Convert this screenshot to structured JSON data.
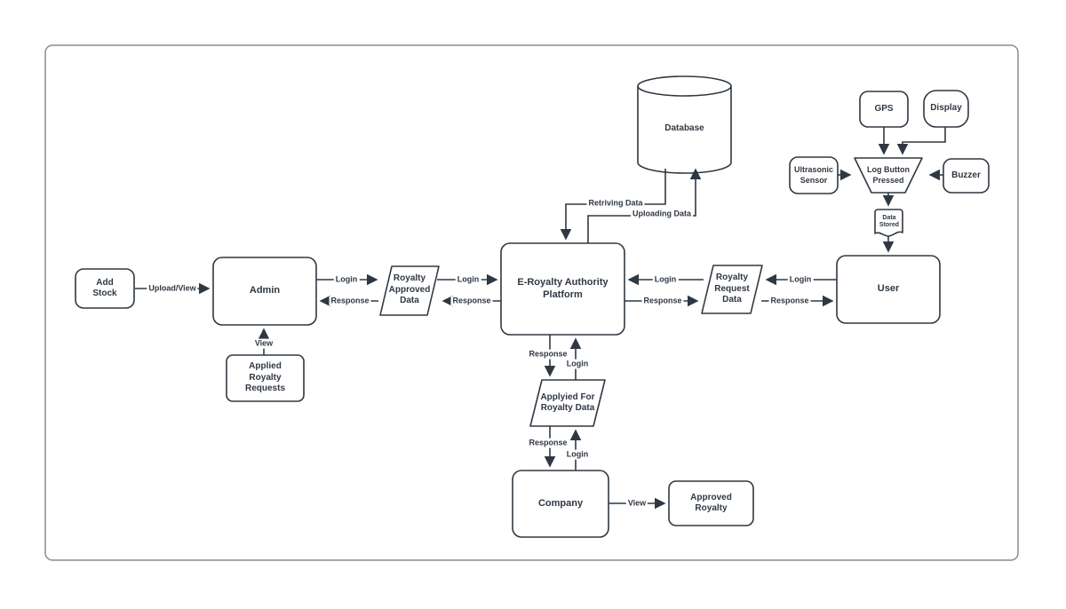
{
  "colors": {
    "stroke": "#2f3842",
    "outer_border": "#868b93",
    "background": "#ffffff"
  },
  "diagram": {
    "nodes": {
      "add_stock": {
        "label": "Add\nStock",
        "shape": "rounded-rect"
      },
      "admin": {
        "label": "Admin",
        "shape": "rounded-rect"
      },
      "applied_royalty_requests": {
        "label": "Applied\nRoyalty\nRequests",
        "shape": "rounded-rect"
      },
      "royalty_approved_data": {
        "label": "Royalty\nApproved\nData",
        "shape": "parallelogram"
      },
      "platform": {
        "label": "E-Royalty Authority\nPlatform",
        "shape": "rounded-rect"
      },
      "database": {
        "label": "Database",
        "shape": "cylinder"
      },
      "royalty_request_data": {
        "label": "Royalty\nRequest\nData",
        "shape": "parallelogram"
      },
      "user": {
        "label": "User",
        "shape": "rounded-rect"
      },
      "gps": {
        "label": "GPS",
        "shape": "rounded-rect"
      },
      "display": {
        "label": "Display",
        "shape": "display"
      },
      "ultrasonic_sensor": {
        "label": "Ultrasonic\nSensor",
        "shape": "rounded-rect"
      },
      "log_button_pressed": {
        "label": "Log Button\nPressed",
        "shape": "trapezoid"
      },
      "buzzer": {
        "label": "Buzzer",
        "shape": "rounded-rect"
      },
      "data_stored": {
        "label": "Data\nStored",
        "shape": "document"
      },
      "applied_for_royalty_data": {
        "label": "Applyied For\nRoyalty Data",
        "shape": "parallelogram"
      },
      "company": {
        "label": "Company",
        "shape": "rounded-rect"
      },
      "approved_royalty": {
        "label": "Approved\nRoyalty",
        "shape": "rounded-rect"
      }
    },
    "edges": [
      {
        "from": "add_stock",
        "to": "admin",
        "label": "Upload/View"
      },
      {
        "from": "admin",
        "to": "royalty_approved_data",
        "label": "Login"
      },
      {
        "from": "royalty_approved_data",
        "to": "admin",
        "label": "Response"
      },
      {
        "from": "royalty_approved_data",
        "to": "platform",
        "label": "Login"
      },
      {
        "from": "platform",
        "to": "royalty_approved_data",
        "label": "Response"
      },
      {
        "from": "royalty_request_data",
        "to": "platform",
        "label": "Login"
      },
      {
        "from": "platform",
        "to": "royalty_request_data",
        "label": "Response"
      },
      {
        "from": "user",
        "to": "royalty_request_data",
        "label": "Login"
      },
      {
        "from": "royalty_request_data",
        "to": "user",
        "label": "Response"
      },
      {
        "from": "applied_royalty_requests",
        "to": "admin",
        "label": "View"
      },
      {
        "from": "database",
        "to": "platform",
        "label": "Retriving Data"
      },
      {
        "from": "platform",
        "to": "database",
        "label": "Uploading Data"
      },
      {
        "from": "platform",
        "to": "applied_for_royalty_data",
        "label": "Response"
      },
      {
        "from": "applied_for_royalty_data",
        "to": "platform",
        "label": "Login"
      },
      {
        "from": "applied_for_royalty_data",
        "to": "company",
        "label": "Response"
      },
      {
        "from": "company",
        "to": "applied_for_royalty_data",
        "label": "Login"
      },
      {
        "from": "company",
        "to": "approved_royalty",
        "label": "View"
      },
      {
        "from": "gps",
        "to": "log_button_pressed",
        "label": ""
      },
      {
        "from": "display",
        "to": "log_button_pressed",
        "label": ""
      },
      {
        "from": "ultrasonic_sensor",
        "to": "log_button_pressed",
        "label": ""
      },
      {
        "from": "buzzer",
        "to": "log_button_pressed",
        "label": ""
      },
      {
        "from": "log_button_pressed",
        "to": "data_stored",
        "label": ""
      },
      {
        "from": "data_stored",
        "to": "user",
        "label": ""
      }
    ]
  }
}
